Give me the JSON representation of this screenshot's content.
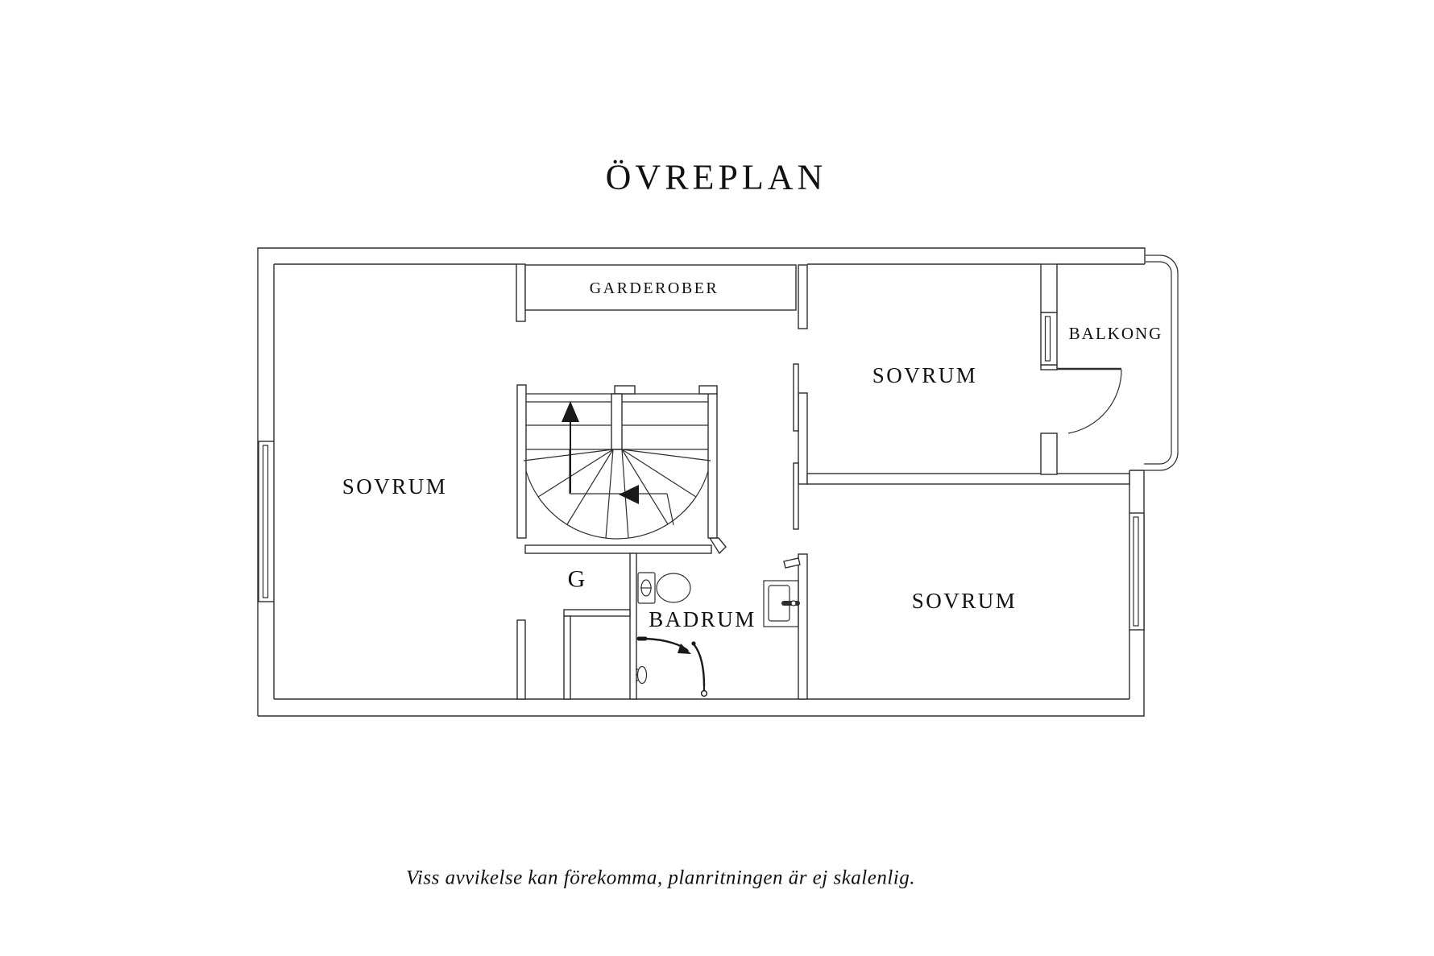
{
  "page": {
    "background": "#ffffff",
    "colors": {
      "line": "#2e2e2e",
      "text": "#111111"
    }
  },
  "drawing": {
    "title": "ÖVREPLAN",
    "disclaimer": "Viss avvikelse kan förekomma, planritningen är ej skalenlig.",
    "rooms": {
      "sovrum_left": {
        "label": "SOVRUM"
      },
      "sovrum_upper_right": {
        "label": "SOVRUM"
      },
      "sovrum_lower_right": {
        "label": "SOVRUM"
      },
      "garderober": {
        "label": "GARDEROBER"
      },
      "balkong": {
        "label": "BALKONG"
      },
      "badrum": {
        "label": "BADRUM"
      },
      "closet_g": {
        "label": "G"
      }
    },
    "fixtures": {
      "stairs": "spiral-staircase-icon",
      "toilet": "toilet-icon",
      "sink": "sink-icon",
      "shower": "shower-icon",
      "windows": "window-icon",
      "balcony_door": "door-swing-icon",
      "direction_up": "arrow-up-icon",
      "direction_down": "arrow-left-icon"
    }
  }
}
